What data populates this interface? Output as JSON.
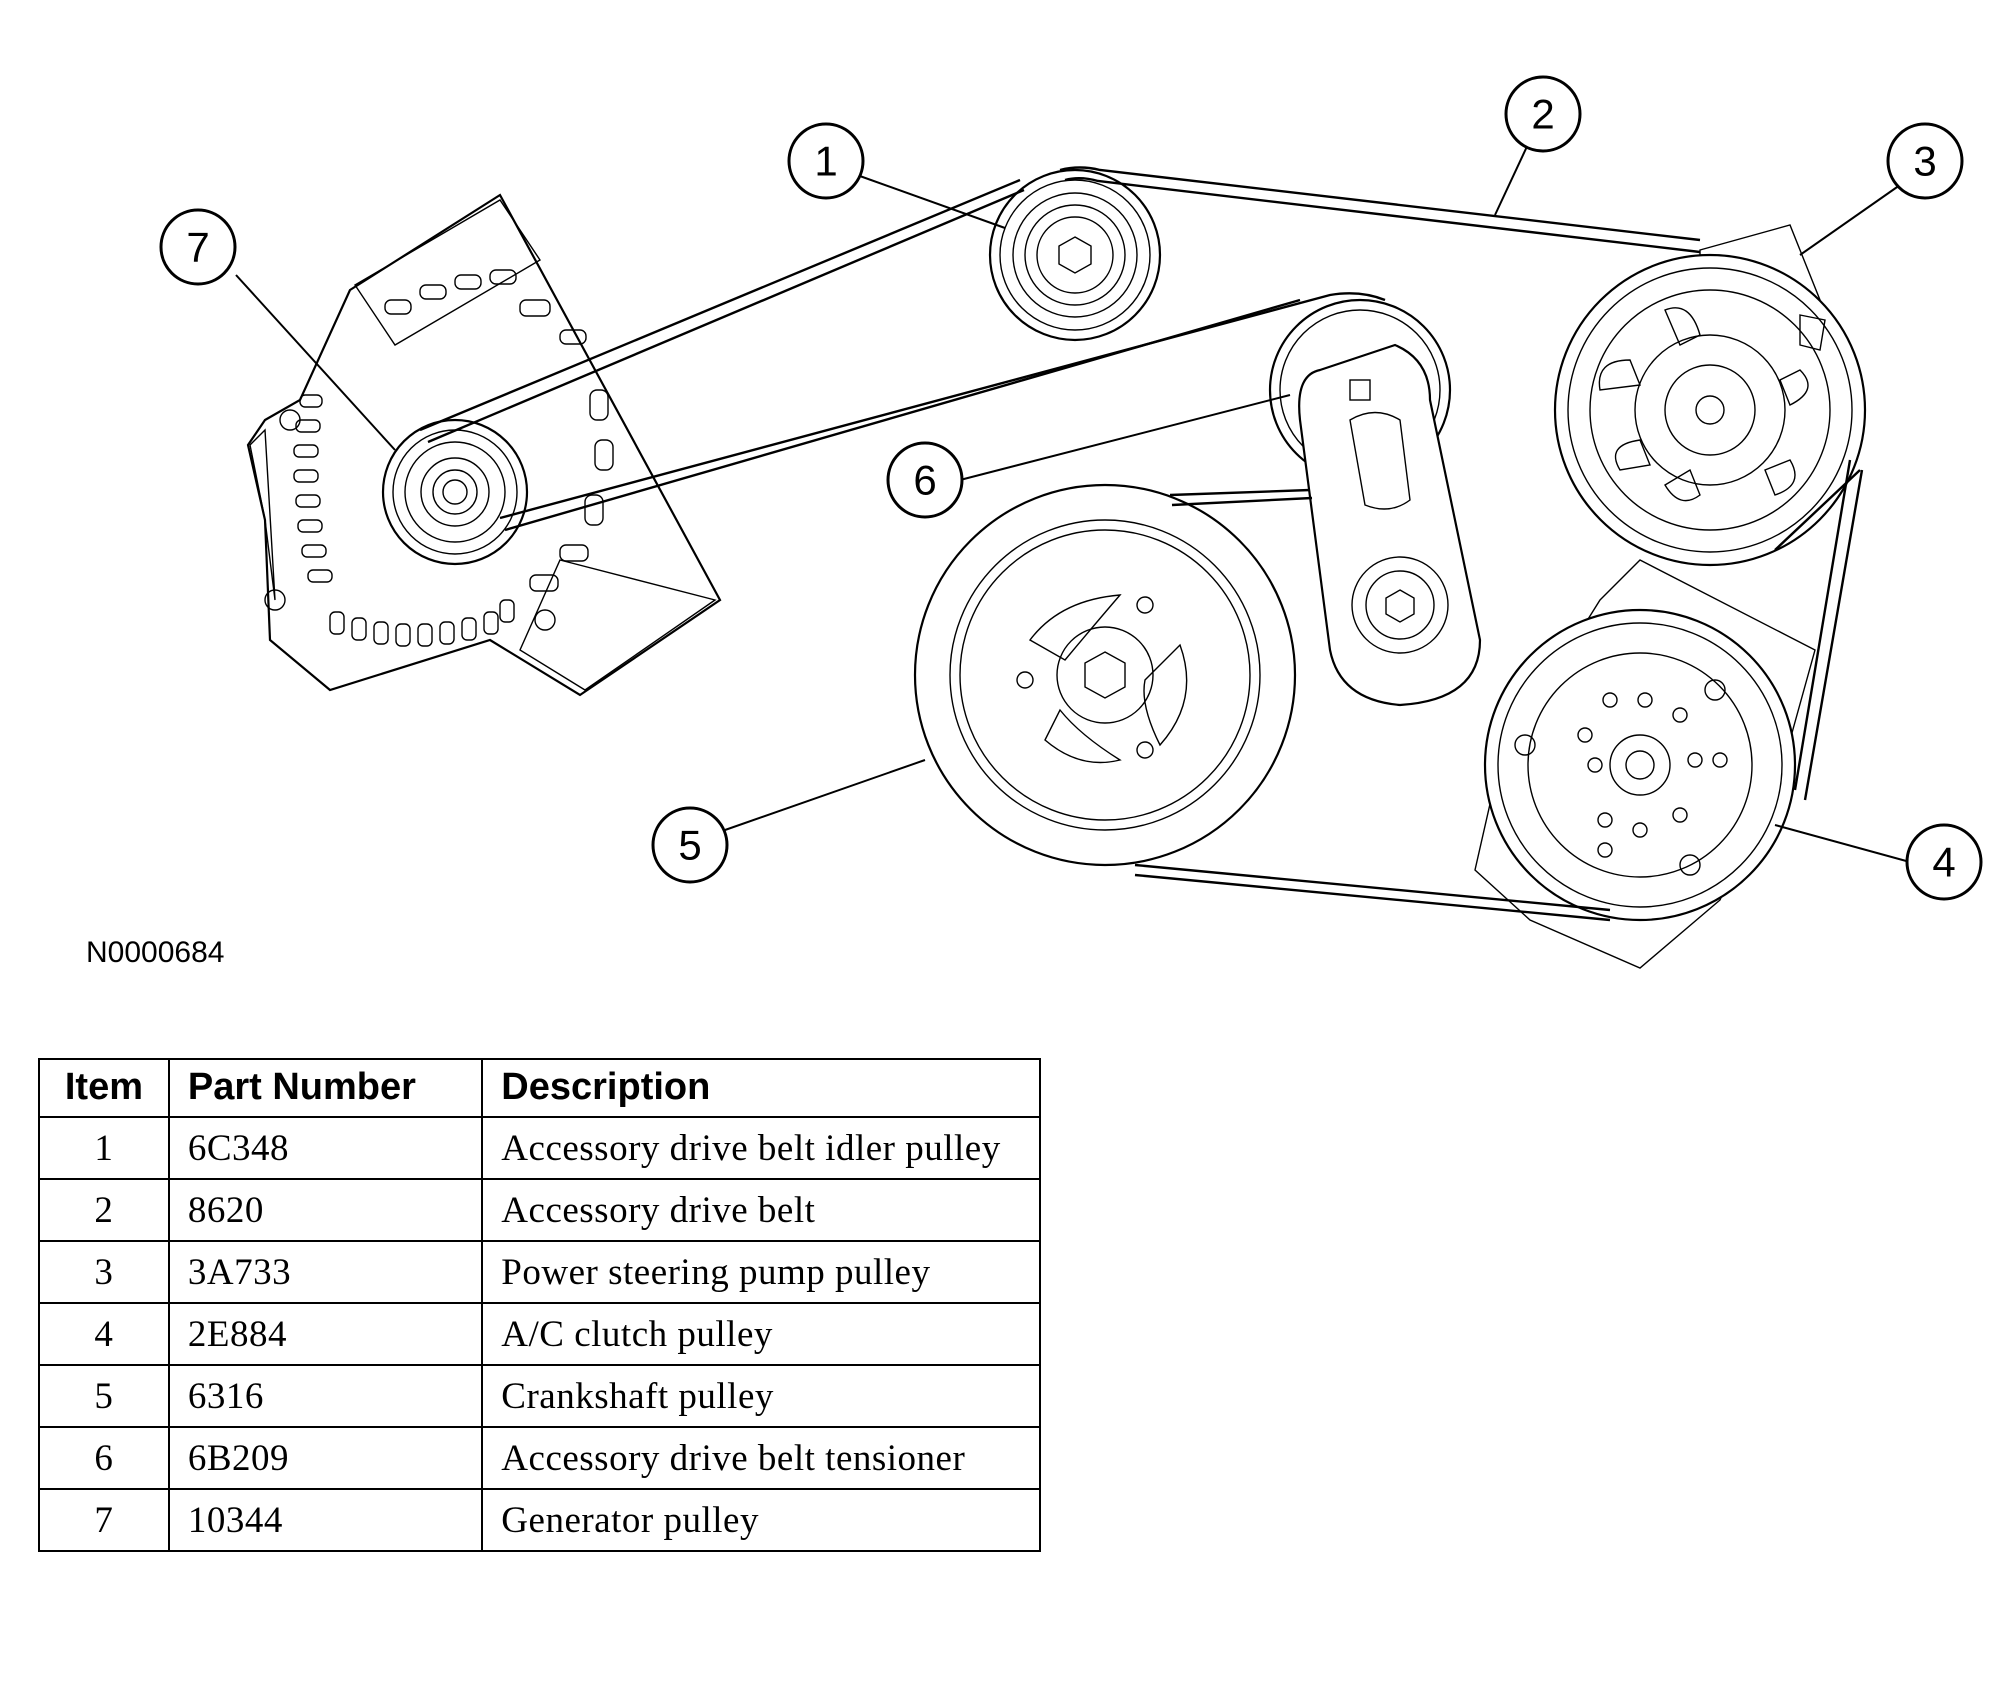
{
  "callouts": [
    "1",
    "2",
    "3",
    "4",
    "5",
    "6",
    "7"
  ],
  "figure_id": "N0000684",
  "table": {
    "headers": {
      "item": "Item",
      "part_number": "Part Number",
      "description": "Description"
    },
    "rows": [
      {
        "item": "1",
        "part_number": "6C348",
        "description": "Accessory drive belt idler pulley"
      },
      {
        "item": "2",
        "part_number": "8620",
        "description": "Accessory drive belt"
      },
      {
        "item": "3",
        "part_number": "3A733",
        "description": "Power steering pump pulley"
      },
      {
        "item": "4",
        "part_number": "2E884",
        "description": "A/C clutch pulley"
      },
      {
        "item": "5",
        "part_number": "6316",
        "description": "Crankshaft pulley"
      },
      {
        "item": "6",
        "part_number": "6B209",
        "description": "Accessory drive belt tensioner"
      },
      {
        "item": "7",
        "part_number": "10344",
        "description": "Generator pulley"
      }
    ]
  }
}
